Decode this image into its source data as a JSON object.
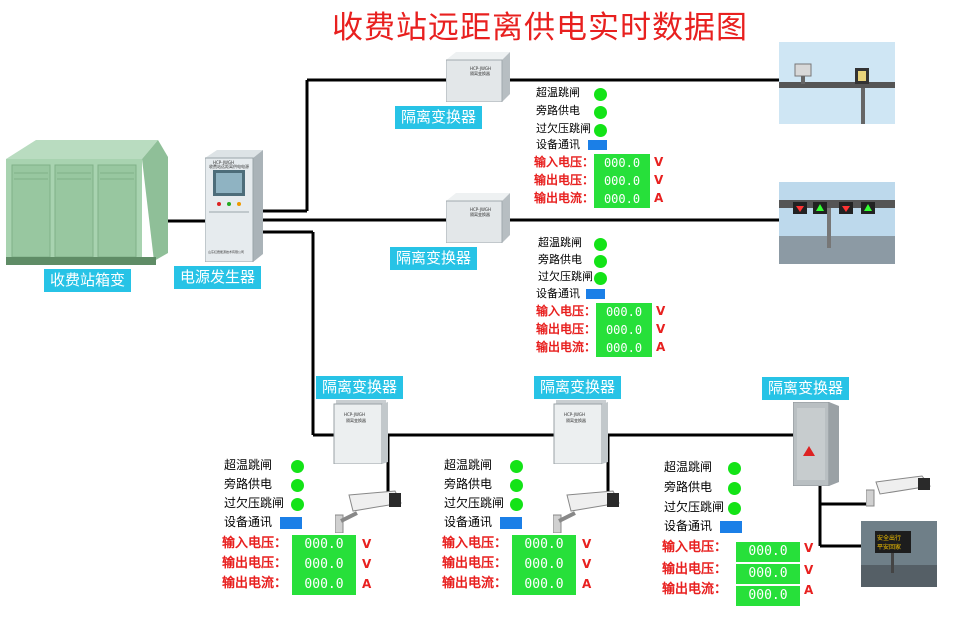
{
  "title": "收费站远距离供电实时数据图",
  "colors": {
    "title": "#e8201f",
    "caption_bg": "#27c3e6",
    "led_on": "#13e317",
    "comm": "#1b7fe7",
    "value_box": "#27e03a",
    "measure_label": "#e8201f",
    "line": "#000000"
  },
  "substation": {
    "label": "收费站箱变",
    "icon": "substation-box-icon"
  },
  "generator": {
    "label": "电源发生器",
    "icon": "power-cabinet-icon",
    "nameplate_top": "HCP-JWGH",
    "nameplate_text": "收费站远距离供电电源",
    "nameplate_bottom": "山东红霞能源技术有限公司"
  },
  "converters": [
    {
      "label": "隔离变换器",
      "nameplate_top": "HCP-JWGH",
      "nameplate_text": "隔离变换器",
      "status": [
        {
          "label": "超温跳闸",
          "state": "on"
        },
        {
          "label": "旁路供电",
          "state": "on"
        },
        {
          "label": "过欠压跳闸",
          "state": "on"
        }
      ],
      "comm_label": "设备通讯",
      "measurements": [
        {
          "label": "输入电压：",
          "value": "000.0",
          "unit": "V"
        },
        {
          "label": "输出电压：",
          "value": "000.0",
          "unit": "V"
        },
        {
          "label": "输出电流：",
          "value": "000.0",
          "unit": "A"
        }
      ],
      "load_icon": "cctv-pole-icon"
    },
    {
      "label": "隔离变换器",
      "nameplate_top": "HCP-JWGH",
      "nameplate_text": "隔离变换器",
      "status": [
        {
          "label": "超温跳闸",
          "state": "on"
        },
        {
          "label": "旁路供电",
          "state": "on"
        },
        {
          "label": "过欠压跳闸",
          "state": "on"
        }
      ],
      "comm_label": "设备通讯",
      "measurements": [
        {
          "label": "输入电压：",
          "value": "000.0",
          "unit": "V"
        },
        {
          "label": "输出电压：",
          "value": "000.0",
          "unit": "V"
        },
        {
          "label": "输出电流：",
          "value": "000.0",
          "unit": "A"
        }
      ],
      "load_icon": "lane-sign-gantry-icon"
    },
    {
      "label": "隔离变换器",
      "nameplate_top": "HCP-JWGH",
      "nameplate_text": "隔离变换器",
      "status": [
        {
          "label": "超温跳闸",
          "state": "on"
        },
        {
          "label": "旁路供电",
          "state": "on"
        },
        {
          "label": "过欠压跳闸",
          "state": "on"
        }
      ],
      "comm_label": "设备通讯",
      "measurements": [
        {
          "label": "输入电压：",
          "value": "000.0",
          "unit": "V"
        },
        {
          "label": "输出电压：",
          "value": "000.0",
          "unit": "V"
        },
        {
          "label": "输出电流：",
          "value": "000.0",
          "unit": "A"
        }
      ],
      "load_icon": "security-camera-icon"
    },
    {
      "label": "隔离变换器",
      "nameplate_top": "HCP-JWGH",
      "nameplate_text": "隔离变换器",
      "status": [
        {
          "label": "超温跳闸",
          "state": "on"
        },
        {
          "label": "旁路供电",
          "state": "on"
        },
        {
          "label": "过欠压跳闸",
          "state": "on"
        }
      ],
      "comm_label": "设备通讯",
      "measurements": [
        {
          "label": "输入电压：",
          "value": "000.0",
          "unit": "V"
        },
        {
          "label": "输出电压：",
          "value": "000.0",
          "unit": "V"
        },
        {
          "label": "输出电流：",
          "value": "000.0",
          "unit": "A"
        }
      ],
      "load_icon": "security-camera-icon"
    },
    {
      "label": "隔离变换器",
      "status": [
        {
          "label": "超温跳闸",
          "state": "on"
        },
        {
          "label": "旁路供电",
          "state": "on"
        },
        {
          "label": "过欠压跳闸",
          "state": "on"
        }
      ],
      "comm_label": "设备通讯",
      "measurements": [
        {
          "label": "输入电压：",
          "value": "000.0",
          "unit": "V"
        },
        {
          "label": "输出电压：",
          "value": "000.0",
          "unit": "V"
        },
        {
          "label": "输出电流：",
          "value": "000.0",
          "unit": "A"
        }
      ],
      "load_icon": "security-camera-icon"
    }
  ],
  "vms_sign": {
    "line1": "安全出行",
    "line2": "平安回家",
    "icon": "vms-sign-icon"
  }
}
